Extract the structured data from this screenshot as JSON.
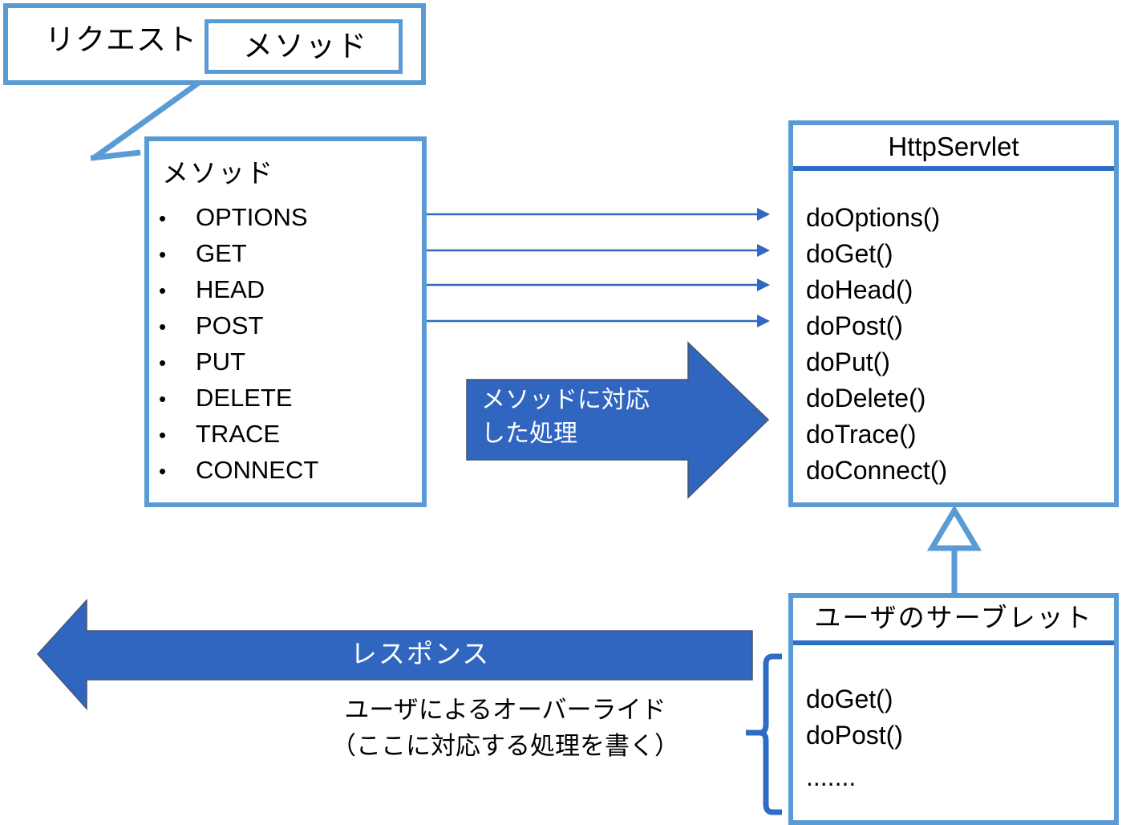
{
  "request": {
    "label": "リクエスト",
    "method_tag": "メソッド"
  },
  "method_list": {
    "title": "メソッド",
    "bullet": "•",
    "items": [
      "OPTIONS",
      "GET",
      "HEAD",
      "POST",
      "PUT",
      "DELETE",
      "TRACE",
      "CONNECT"
    ]
  },
  "http_servlet": {
    "title": "HttpServlet",
    "methods": [
      "doOptions()",
      "doGet()",
      "doHead()",
      "doPost()",
      "doPut()",
      "doDelete()",
      "doTrace()",
      "doConnect()"
    ]
  },
  "user_servlet": {
    "title": "ユーザのサーブレット",
    "methods": [
      "doGet()",
      "doPost()",
      "......."
    ]
  },
  "process_arrow": {
    "line1": "メソッドに対応",
    "line2": "した処理"
  },
  "response_arrow": {
    "label": "レスポンス"
  },
  "override_note": {
    "line1": "ユーザによるオーバーライド",
    "line2": "（ここに対応する処理を書く）"
  },
  "colors": {
    "box_border": "#5B9BD5",
    "arrow_fill": "#3066C0",
    "divider": "#2E6DC4",
    "connector": "#3068C4",
    "leader_line": "#5B9BD5",
    "background": "#FFFFFF",
    "text": "#000000",
    "arrow_text": "#FFFFFF"
  }
}
